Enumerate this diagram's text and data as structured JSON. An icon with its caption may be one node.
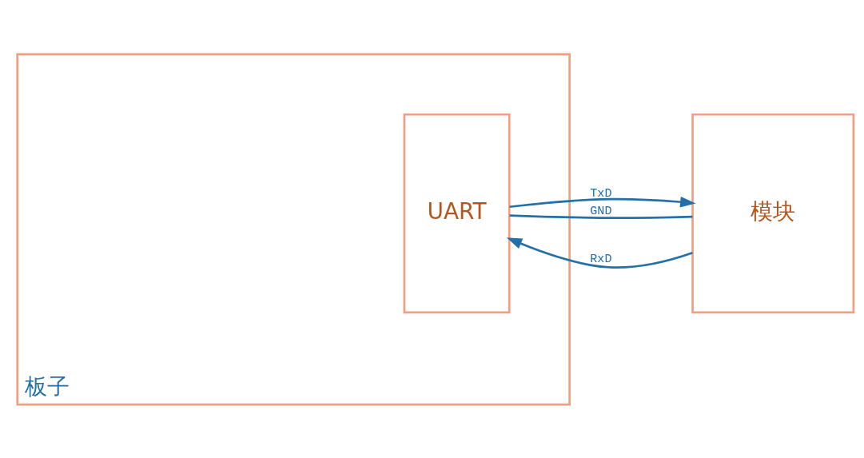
{
  "diagram": {
    "nodes": [
      {
        "text": [
          "板子"
        ]
      },
      {
        "text": [
          "UART"
        ],
        "in": 0
      },
      {
        "text": [
          "模块"
        ]
      }
    ],
    "edges": [
      {
        "from": 1,
        "to": 2,
        "arrow": "to",
        "label": "TxD"
      },
      {
        "from": 2,
        "to": 1,
        "arrow": "to",
        "label": "RxD"
      },
      {
        "from": 1,
        "to": 2,
        "arrow": "none",
        "label": "GND"
      }
    ]
  }
}
